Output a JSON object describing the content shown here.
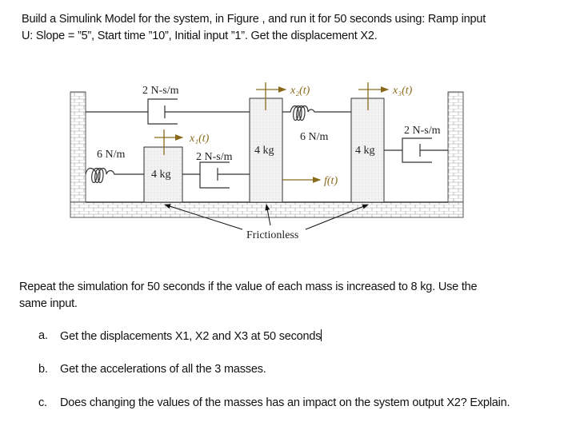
{
  "problem": {
    "line1": "Build a Simulink Model for the system, in Figure , and run it for 50 seconds using: Ramp input",
    "line2": "U: Slope = ”5”, Start time ”10”, Initial input ”1”. Get the displacement X2."
  },
  "figure": {
    "damper_top": "2 N-s/m",
    "x2_label": "x₂(t)",
    "x3_label": "x₃(t)",
    "spring_mid": "6 N/m",
    "damper_right": "2 N-s/m",
    "x1_label": "x₁(t)",
    "spring_left": "6 N/m",
    "damper_mid": "2 N-s/m",
    "mass1": "4 kg",
    "mass2": "4 kg",
    "mass3": "4 kg",
    "force_label": "f(t)",
    "frictionless": "Frictionless"
  },
  "repeat": {
    "line1": "Repeat the simulation for 50 seconds if the value of each mass is increased to 8 kg. Use the",
    "line2": "same input."
  },
  "questions": [
    {
      "marker": "a.",
      "text": "Get the displacements X1, X2 and X3 at 50 seconds"
    },
    {
      "marker": "b.",
      "text": "Get the accelerations of all the 3 masses."
    },
    {
      "marker": "c.",
      "text": "Does changing the values of the masses has an impact on the system output X2? Explain."
    }
  ]
}
